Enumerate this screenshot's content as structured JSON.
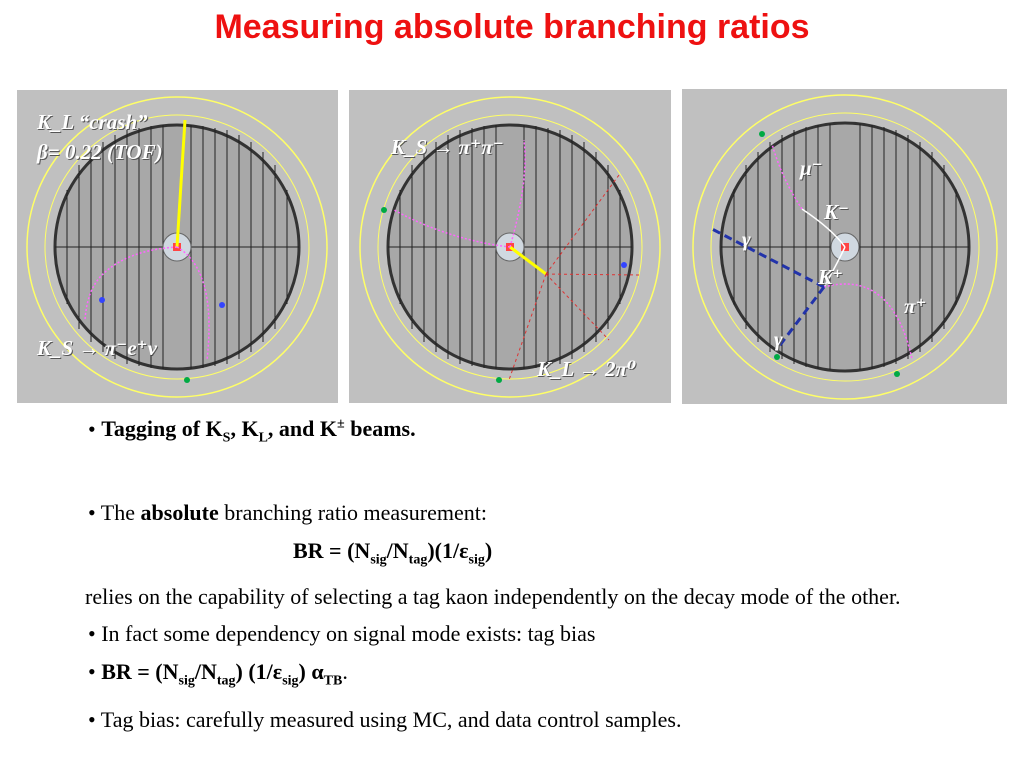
{
  "title": "Measuring absolute branching ratios",
  "panels": [
    {
      "labels": [
        "K_L “crash”",
        "β= 0.22 (TOF)",
        "K_S → π⁻e⁺ν"
      ]
    },
    {
      "labels": [
        "K_S → π⁺π⁻",
        "K_L → 2π⁰"
      ]
    },
    {
      "labels": [
        "μ⁻",
        "K⁻",
        "γ",
        "K⁺",
        "π⁺",
        "γ"
      ]
    }
  ],
  "bullets": {
    "b1_prefix": "• ",
    "b1_text": "Tagging of K",
    "b1_s": "S",
    "b1_mid": ", K",
    "b1_l": "L",
    "b1_and": ", and K",
    "b1_pm": "±",
    "b1_end": " beams.",
    "b2_prefix": "• The ",
    "b2_bold": "absolute",
    "b2_rest": " branching ratio measurement:",
    "formula1_a": "BR = (N",
    "formula1_sig": "sig",
    "formula1_b": "/N",
    "formula1_tag": "tag",
    "formula1_c": ")(1/ε",
    "formula1_sig2": "sig",
    "formula1_d": ")",
    "b2_continued": "relies on the capability of selecting a tag kaon independently on the decay mode of the other.",
    "b3": "• In fact some dependency on signal mode exists: tag bias",
    "b4_prefix": "• ",
    "b4_a": "BR = (N",
    "b4_sig": "sig",
    "b4_b": "/N",
    "b4_tag": "tag",
    "b4_c": ") (1/ε",
    "b4_sig2": "sig",
    "b4_d": ") α",
    "b4_tb": "TB",
    "b4_end": ".",
    "b5": "• Tag bias: carefully measured using MC, and data control samples."
  },
  "colors": {
    "title": "#ee1111",
    "panel_bg": "#c0c0c0",
    "detector_ring": "#ffff66",
    "track": "#ff33ff"
  }
}
